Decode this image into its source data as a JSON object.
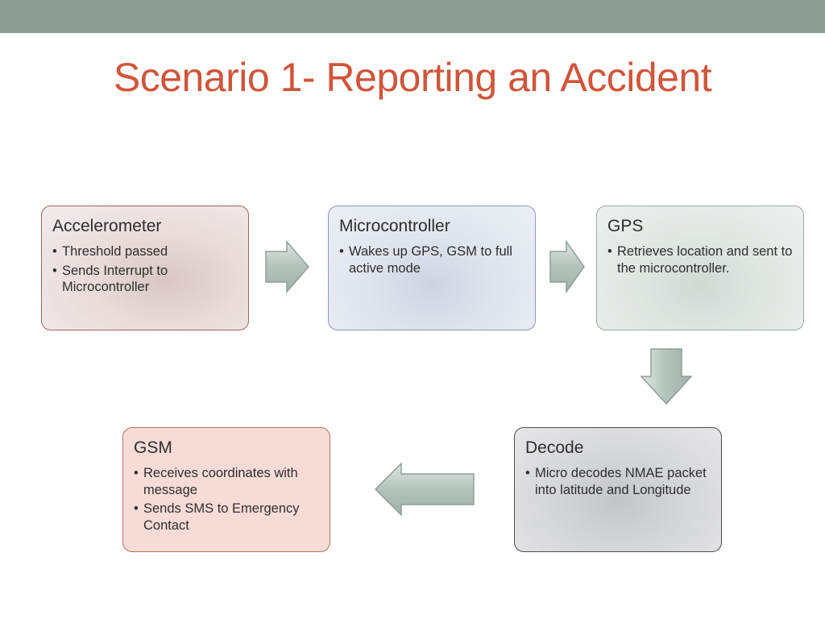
{
  "slide": {
    "title": "Scenario 1- Reporting an Accident"
  },
  "colors": {
    "top_bar": "#8d9e96",
    "title": "#d0553a",
    "arrow_fill": "#b3c3ba",
    "arrow_stroke": "#8ea096"
  },
  "steps": [
    {
      "title": "Accelerometer",
      "bullets": [
        "Threshold passed",
        "Sends Interrupt to Microcontroller"
      ]
    },
    {
      "title": "Microcontroller",
      "bullets": [
        "Wakes up GPS, GSM to full active mode"
      ]
    },
    {
      "title": "GPS",
      "bullets": [
        "Retrieves location and sent to the microcontroller."
      ]
    },
    {
      "title": "Decode",
      "bullets": [
        "Micro decodes NMAE packet into latitude and Longitude"
      ]
    },
    {
      "title": "GSM",
      "bullets": [
        "Receives coordinates with message",
        "Sends SMS to Emergency Contact"
      ]
    }
  ],
  "bullet_char": "•",
  "arrows": [
    {
      "from": "Accelerometer",
      "to": "Microcontroller",
      "direction": "right"
    },
    {
      "from": "Microcontroller",
      "to": "GPS",
      "direction": "right"
    },
    {
      "from": "GPS",
      "to": "Decode",
      "direction": "down"
    },
    {
      "from": "Decode",
      "to": "GSM",
      "direction": "left"
    }
  ]
}
